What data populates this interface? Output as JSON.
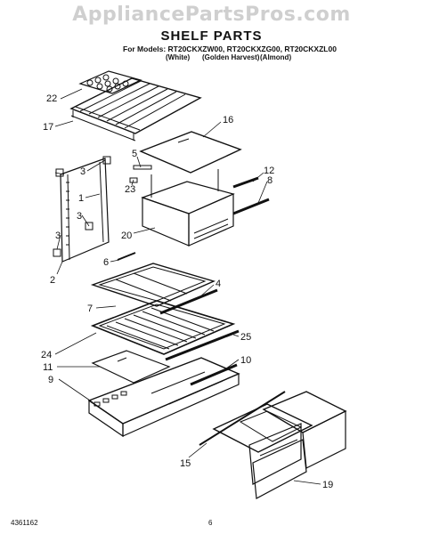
{
  "watermark": "AppliancePartsPros.com",
  "title": "SHELF PARTS",
  "models_line": "For Models: RT20CKXZW00, RT20CKXZG00, RT20CKXZL00",
  "finishes": [
    "(White)",
    "(Golden Harvest)",
    "(Almond)"
  ],
  "callouts": {
    "c22": "22",
    "c17": "17",
    "c16": "16",
    "c5": "5",
    "c3a": "3",
    "c3b": "3",
    "c3c": "3",
    "c23": "23",
    "c12": "12",
    "c8": "8",
    "c1": "1",
    "c20": "20",
    "c6": "6",
    "c2": "2",
    "c4": "4",
    "c7": "7",
    "c25": "25",
    "c24": "24",
    "c11": "11",
    "c10": "10",
    "c9": "9",
    "c15": "15",
    "c19": "19"
  },
  "footer": {
    "part_number": "4361162",
    "page": "6"
  }
}
